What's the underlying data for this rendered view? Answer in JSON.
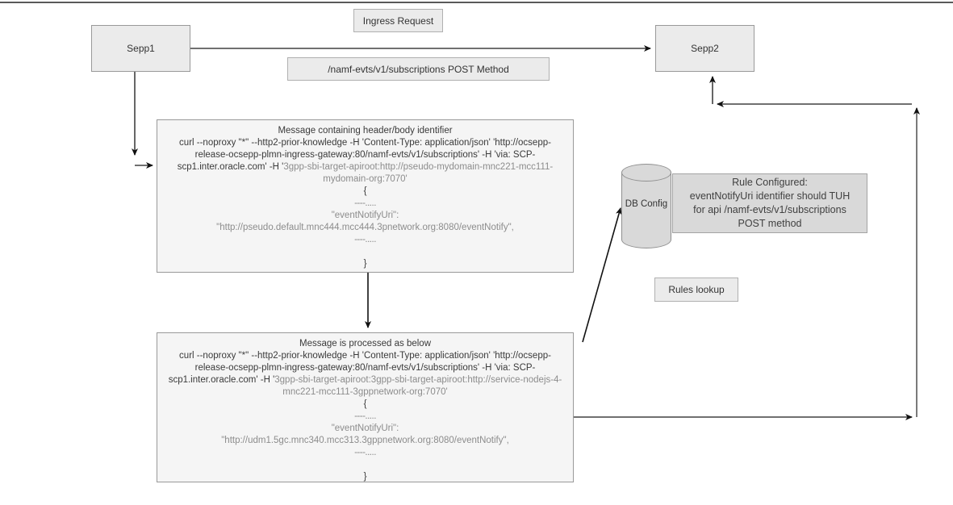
{
  "diagram": {
    "title": "SEPP ingress request eventNotifyUri rule processing flow",
    "colors": {
      "node_fill": "#ebebeb",
      "msg_fill": "#f5f5f5",
      "db_fill": "#d9d9d9",
      "grey_text": "#8c8c8c",
      "line": "#404040"
    }
  },
  "nodes": {
    "sepp1": {
      "label": "Sepp1"
    },
    "sepp2": {
      "label": "Sepp2"
    },
    "db_config": {
      "label": "DB Config"
    }
  },
  "labels": {
    "ingress_request": "Ingress Request",
    "api_method": "/namf-evts/v1/subscriptions POST Method",
    "rules_lookup": "Rules lookup"
  },
  "rule_box": {
    "heading": "Rule Configured:",
    "line1": "eventNotifyUri identifier should TUH",
    "line2": "for api /namf-evts/v1/subscriptions",
    "line3": "POST method"
  },
  "message_in": {
    "title": "Message containing header/body identifier",
    "curl_plain": "curl --noproxy \"*\" --http2-prior-knowledge -H 'Content-Type: application/json' 'http://ocsepp-release-ocsepp-plmn-ingress-gateway:80/namf-evts/v1/subscriptions'  -H 'via: SCP-scp1.inter.oracle.com' -H '",
    "curl_grey": "3gpp-sbi-target-apiroot:http://pseudo-mydomain-mnc221-mcc111-mydomain-org:7070'",
    "brace_open": "{",
    "ellipsis_1": "----.....",
    "body_key": "\"eventNotifyUri\":",
    "body_value": "\"http://pseudo.default.mnc444.mcc444.3pnetwork.org:8080/eventNotify\",",
    "ellipsis_2": "----.....",
    "brace_close": "}"
  },
  "message_out": {
    "title": "Message is processed as below",
    "curl_plain": "curl --noproxy \"*\" --http2-prior-knowledge -H 'Content-Type: application/json' 'http://ocsepp-release-ocsepp-plmn-ingress-gateway:80/namf-evts/v1/subscriptions'  -H 'via: SCP-scp1.inter.oracle.com' -H '",
    "curl_grey": "3gpp-sbi-target-apiroot:3gpp-sbi-target-apiroot:http://service-nodejs-4-mnc221-mcc111-3gppnetwork-org:7070'",
    "brace_open": "{",
    "ellipsis_1": "----.....",
    "body_key": "\"eventNotifyUri\":",
    "body_value": "\"http://udm1.5gc.mnc340.mcc313.3gppnetwork.org:8080/eventNotify\",",
    "ellipsis_2": "----.....",
    "brace_close": "}"
  }
}
